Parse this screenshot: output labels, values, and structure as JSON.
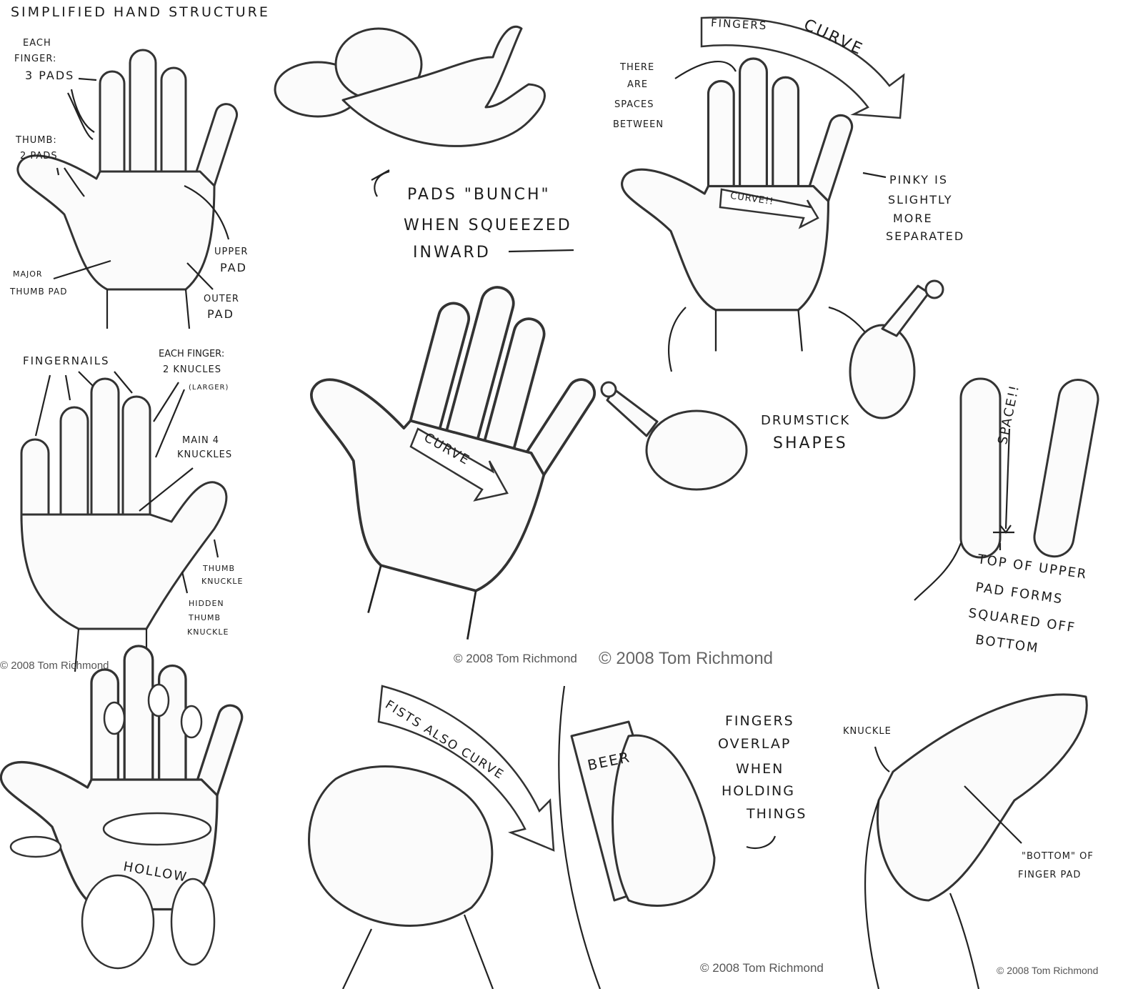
{
  "panel_structure": {
    "title": "SIMPLIFIED HAND STRUCTURE",
    "each_finger": [
      "EACH",
      "FINGER:",
      "3 PADS"
    ],
    "thumb": [
      "THUMB:",
      "2 PADS"
    ],
    "major_thumb_pad": [
      "MAJOR",
      "THUMB PAD"
    ],
    "upper_pad": [
      "UPPER",
      "PAD"
    ],
    "outer_pad": [
      "OUTER",
      "PAD"
    ]
  },
  "panel_back": {
    "fingernails": "FINGERNAILS",
    "each_finger": [
      "EACH FINGER:",
      "2 KNUCLES",
      "(LARGER)"
    ],
    "main_knuckles": [
      "MAIN 4",
      "KNUCKLES"
    ],
    "thumb_knuckle": [
      "THUMB",
      "KNUCKLE"
    ],
    "hidden_thumb_knuckle": [
      "HIDDEN",
      "THUMB",
      "KNUCKLE"
    ],
    "copyright": "© 2008 Tom Richmond"
  },
  "panel_squeeze": {
    "caption": [
      "PADS \"BUNCH\"",
      "WHEN SQUEEZED",
      "INWARD"
    ]
  },
  "panel_curve": {
    "arrow_label": [
      "FINGERS",
      "CURVE"
    ],
    "spaces": [
      "THERE",
      "ARE",
      "SPACES",
      "BETWEEN"
    ],
    "palm_curve": "CURVE!!",
    "pinky": [
      "PINKY IS",
      "SLIGHTLY",
      "MORE",
      "SEPARATED"
    ],
    "drumstick": [
      "DRUMSTICK",
      "SHAPES"
    ]
  },
  "panel_middle": {
    "curve": "CURVE",
    "copyright_small": "© 2008 Tom Richmond",
    "copyright_large": "© 2008 Tom Richmond"
  },
  "panel_space": {
    "space": "SPACE!!",
    "caption": [
      "TOP OF UPPER",
      "PAD FORMS",
      "SQUARED OFF",
      "BOTTOM"
    ]
  },
  "panel_hollow": {
    "hollow": "HOLLOW"
  },
  "panel_fist": {
    "arrow_label": "FISTS ALSO CURVE"
  },
  "panel_beer": {
    "can_label": "BEER",
    "overlap": [
      "FINGERS",
      "OVERLAP",
      "WHEN",
      "HOLDING",
      "THINGS"
    ],
    "copyright": "© 2008 Tom Richmond"
  },
  "panel_side": {
    "knuckle": "KNUCKLE",
    "bottom": [
      "\"BOTTOM\" OF",
      "FINGER PAD"
    ],
    "copyright": "© 2008 Tom Richmond"
  }
}
